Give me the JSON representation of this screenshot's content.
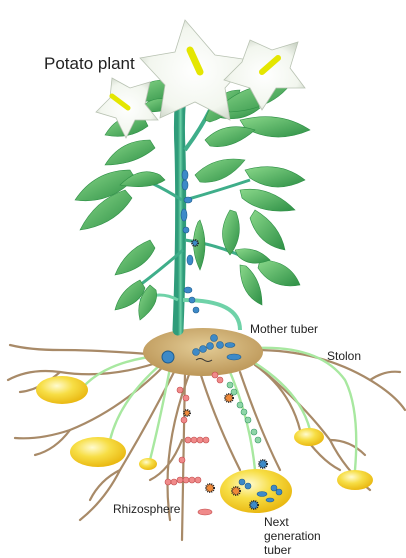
{
  "labels": {
    "title": "Potato plant",
    "mother_tuber": "Mother tuber",
    "stolon": "Stolon",
    "rhizosphere": "Rhizosphere",
    "next_line1": "Next",
    "next_line2": "generation",
    "next_line3": "tuber"
  },
  "colors": {
    "leaf": "#3aa14c",
    "leaf_light": "#7fcf7f",
    "stem": "#3fae8a",
    "flower": "#ffffff",
    "flower_center": "#e4e600",
    "tuber_mother": "#c8a46a",
    "tuber_yellow": "#f5d633",
    "root": "#a88a68",
    "stolon": "#a8e8a0",
    "bacteria_blue": "#3d8ac8",
    "bacteria_red": "#e05a5a"
  }
}
